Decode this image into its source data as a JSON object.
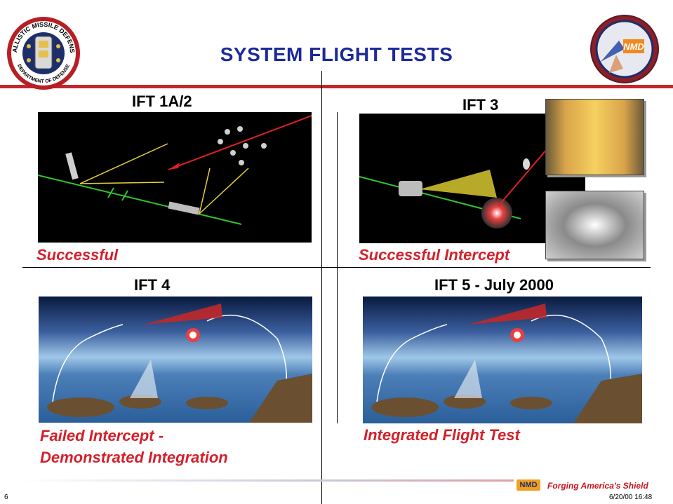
{
  "slide": {
    "title": "SYSTEM FLIGHT TESTS",
    "page_number": "6",
    "date": "6/20/00 16:48",
    "tagline": "Forging America's Shield",
    "left_logo": {
      "icon": "ballistic-missile-defense-seal",
      "top_text": "BALLISTIC MISSILE DEFENSE",
      "bottom_text": "DEPARTMENT OF DEFENSE"
    },
    "right_logo": {
      "icon": "nmd-seal",
      "text": "NMD"
    },
    "footer_logo": {
      "icon": "nmd-small-logo",
      "text": "NMD"
    }
  },
  "panels": [
    {
      "title": "IFT 1A/2",
      "caption": "Successful"
    },
    {
      "title": "IFT 3",
      "caption": "Successful Intercept"
    },
    {
      "title": "IFT 4",
      "caption_line1": "Failed Intercept -",
      "caption_line2": "Demonstrated Integration"
    },
    {
      "title": "IFT 5 - July 2000",
      "caption": "Integrated Flight Test"
    }
  ],
  "colors": {
    "title": "#1c2a9a",
    "caption": "#d4202a",
    "accent_rule": "#c1272d"
  }
}
